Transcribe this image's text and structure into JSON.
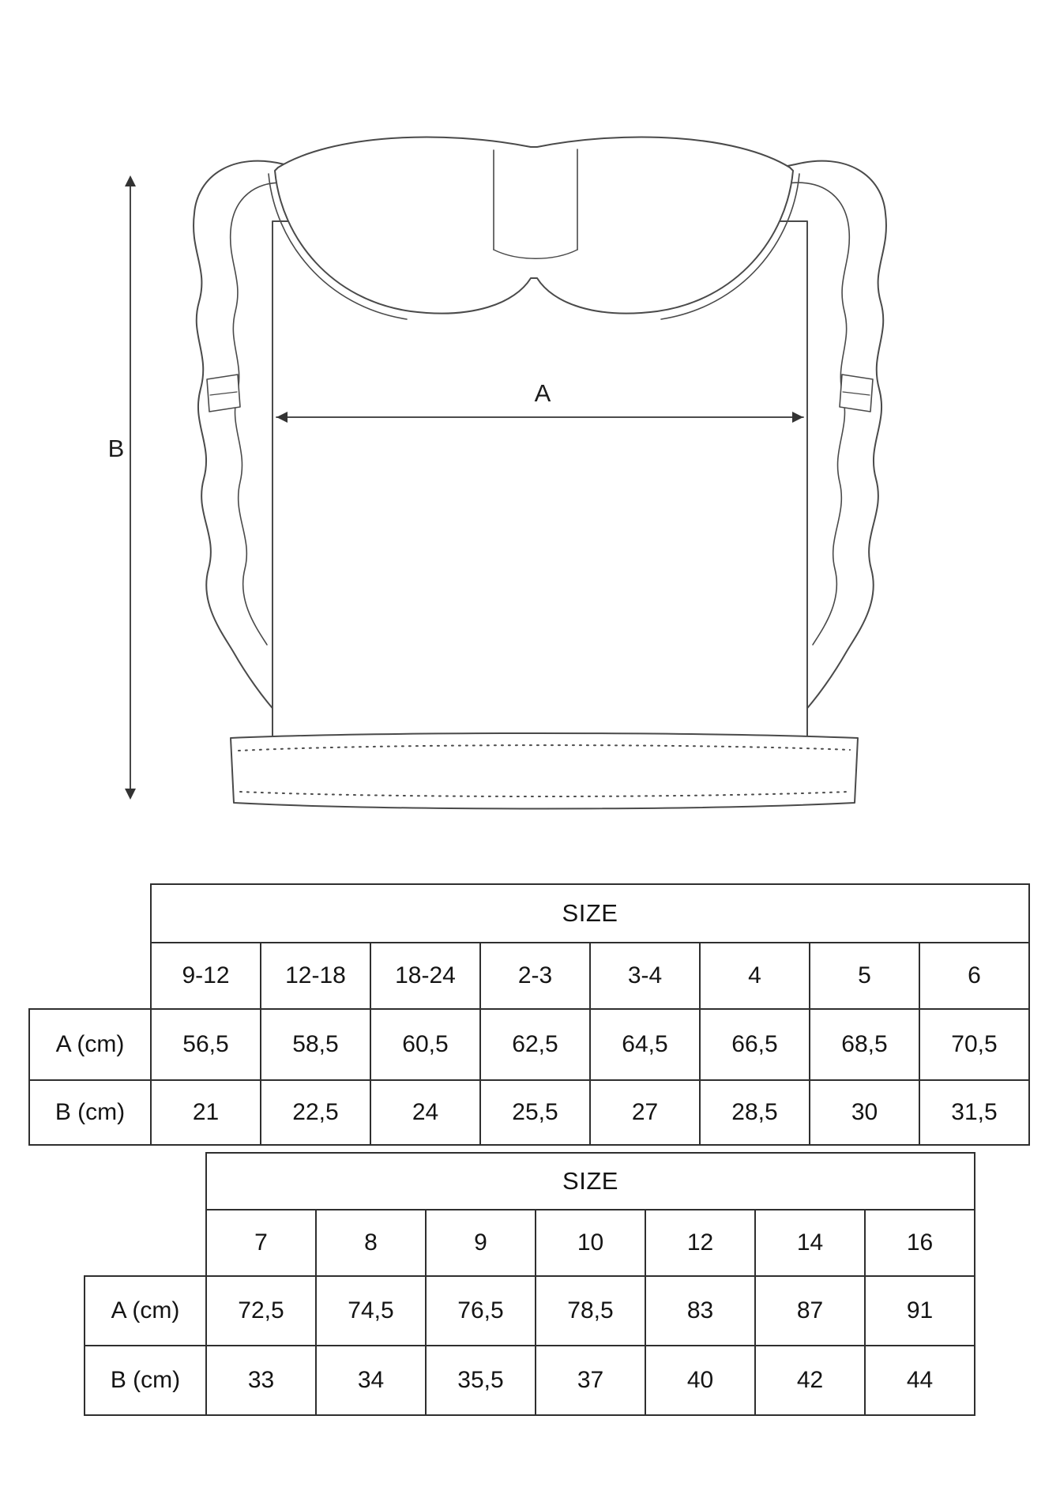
{
  "figure": {
    "width_label": "A",
    "height_label": "B"
  },
  "table1": {
    "size_header": "SIZE",
    "sizes": [
      "9-12",
      "12-18",
      "18-24",
      "2-3",
      "3-4",
      "4",
      "5",
      "6"
    ],
    "rows": [
      {
        "label": "A (cm)",
        "values": [
          "56,5",
          "58,5",
          "60,5",
          "62,5",
          "64,5",
          "66,5",
          "68,5",
          "70,5"
        ]
      },
      {
        "label": "B (cm)",
        "values": [
          "21",
          "22,5",
          "24",
          "25,5",
          "27",
          "28,5",
          "30",
          "31,5"
        ]
      }
    ]
  },
  "table2": {
    "size_header": "SIZE",
    "sizes": [
      "7",
      "8",
      "9",
      "10",
      "12",
      "14",
      "16"
    ],
    "rows": [
      {
        "label": "A (cm)",
        "values": [
          "72,5",
          "74,5",
          "76,5",
          "78,5",
          "83",
          "87",
          "91"
        ]
      },
      {
        "label": "B (cm)",
        "values": [
          "33",
          "34",
          "35,5",
          "37",
          "40",
          "42",
          "44"
        ]
      }
    ]
  }
}
